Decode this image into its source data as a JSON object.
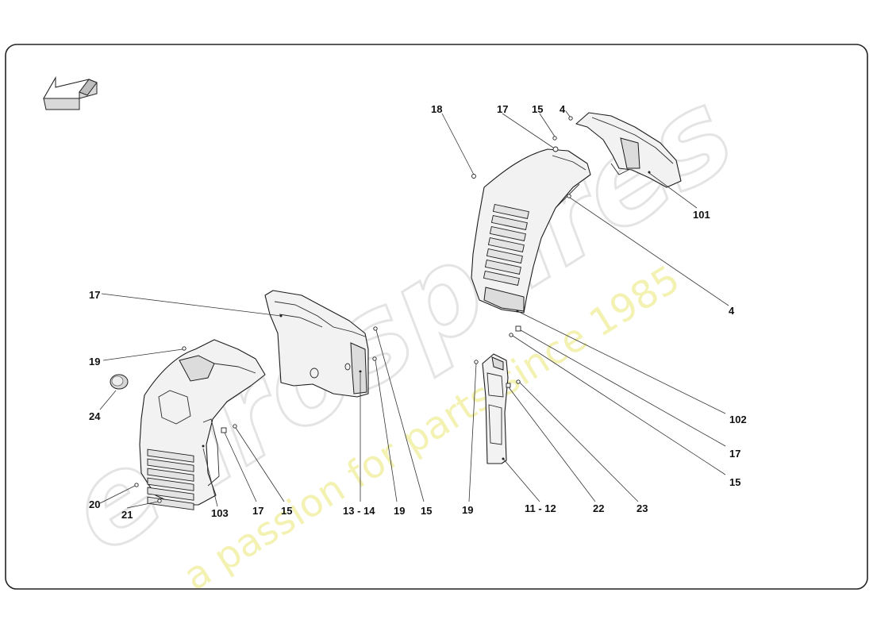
{
  "watermark": {
    "brand": "eurospares",
    "tagline": "a passion for parts since 1985"
  },
  "callouts": [
    {
      "id": "lbl-18",
      "text": "18"
    },
    {
      "id": "lbl-17-top",
      "text": "17"
    },
    {
      "id": "lbl-15-top",
      "text": "15"
    },
    {
      "id": "lbl-4-top",
      "text": "4"
    },
    {
      "id": "lbl-101",
      "text": "101"
    },
    {
      "id": "lbl-4-right",
      "text": "4"
    },
    {
      "id": "lbl-17-left",
      "text": "17"
    },
    {
      "id": "lbl-19-left",
      "text": "19"
    },
    {
      "id": "lbl-24",
      "text": "24"
    },
    {
      "id": "lbl-20",
      "text": "20"
    },
    {
      "id": "lbl-21",
      "text": "21"
    },
    {
      "id": "lbl-103",
      "text": "103"
    },
    {
      "id": "lbl-17-bottom",
      "text": "17"
    },
    {
      "id": "lbl-15-bottom",
      "text": "15"
    },
    {
      "id": "lbl-13-14",
      "text": "13 - 14"
    },
    {
      "id": "lbl-19-mid",
      "text": "19"
    },
    {
      "id": "lbl-15-mid",
      "text": "15"
    },
    {
      "id": "lbl-19-right",
      "text": "19"
    },
    {
      "id": "lbl-11-12",
      "text": "11 - 12"
    },
    {
      "id": "lbl-22",
      "text": "22"
    },
    {
      "id": "lbl-23",
      "text": "23"
    },
    {
      "id": "lbl-102",
      "text": "102"
    },
    {
      "id": "lbl-17-right",
      "text": "17"
    },
    {
      "id": "lbl-15-right",
      "text": "15"
    }
  ]
}
